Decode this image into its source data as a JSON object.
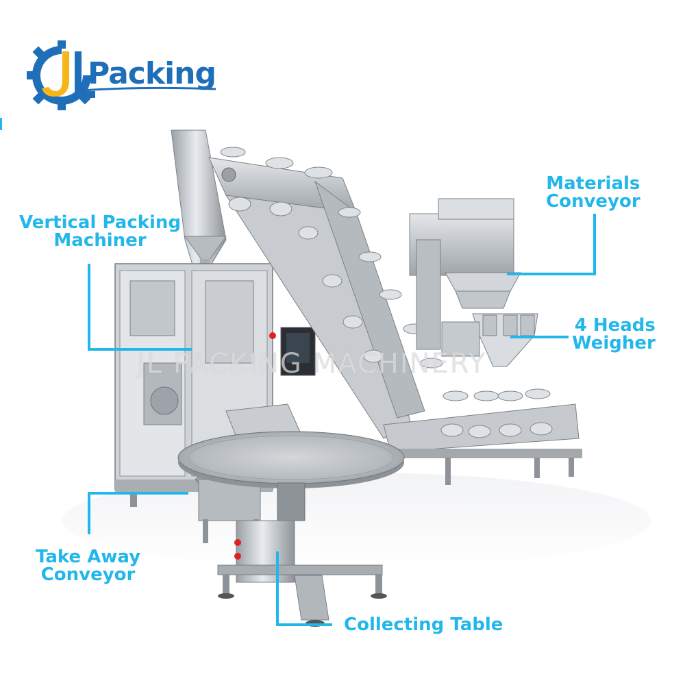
{
  "brand": {
    "name": "Packing",
    "logo_letters": "JL",
    "colors": {
      "blue": "#1f6fb8",
      "gold": "#f5b51b",
      "accent": "#22b7ea"
    }
  },
  "watermark": "JL PACKING MACHINERY",
  "callouts": {
    "materials_conveyor": {
      "line1": "Materials",
      "line2": "Conveyor"
    },
    "vertical_packing": {
      "line1": "Vertical Packing",
      "line2": "Machiner"
    },
    "weigher": {
      "line1": "4 Heads",
      "line2": "Weigher"
    },
    "take_away": {
      "line1": "Take Away",
      "line2": "Conveyor"
    },
    "collecting_table": {
      "line1": "Collecting Table"
    }
  }
}
